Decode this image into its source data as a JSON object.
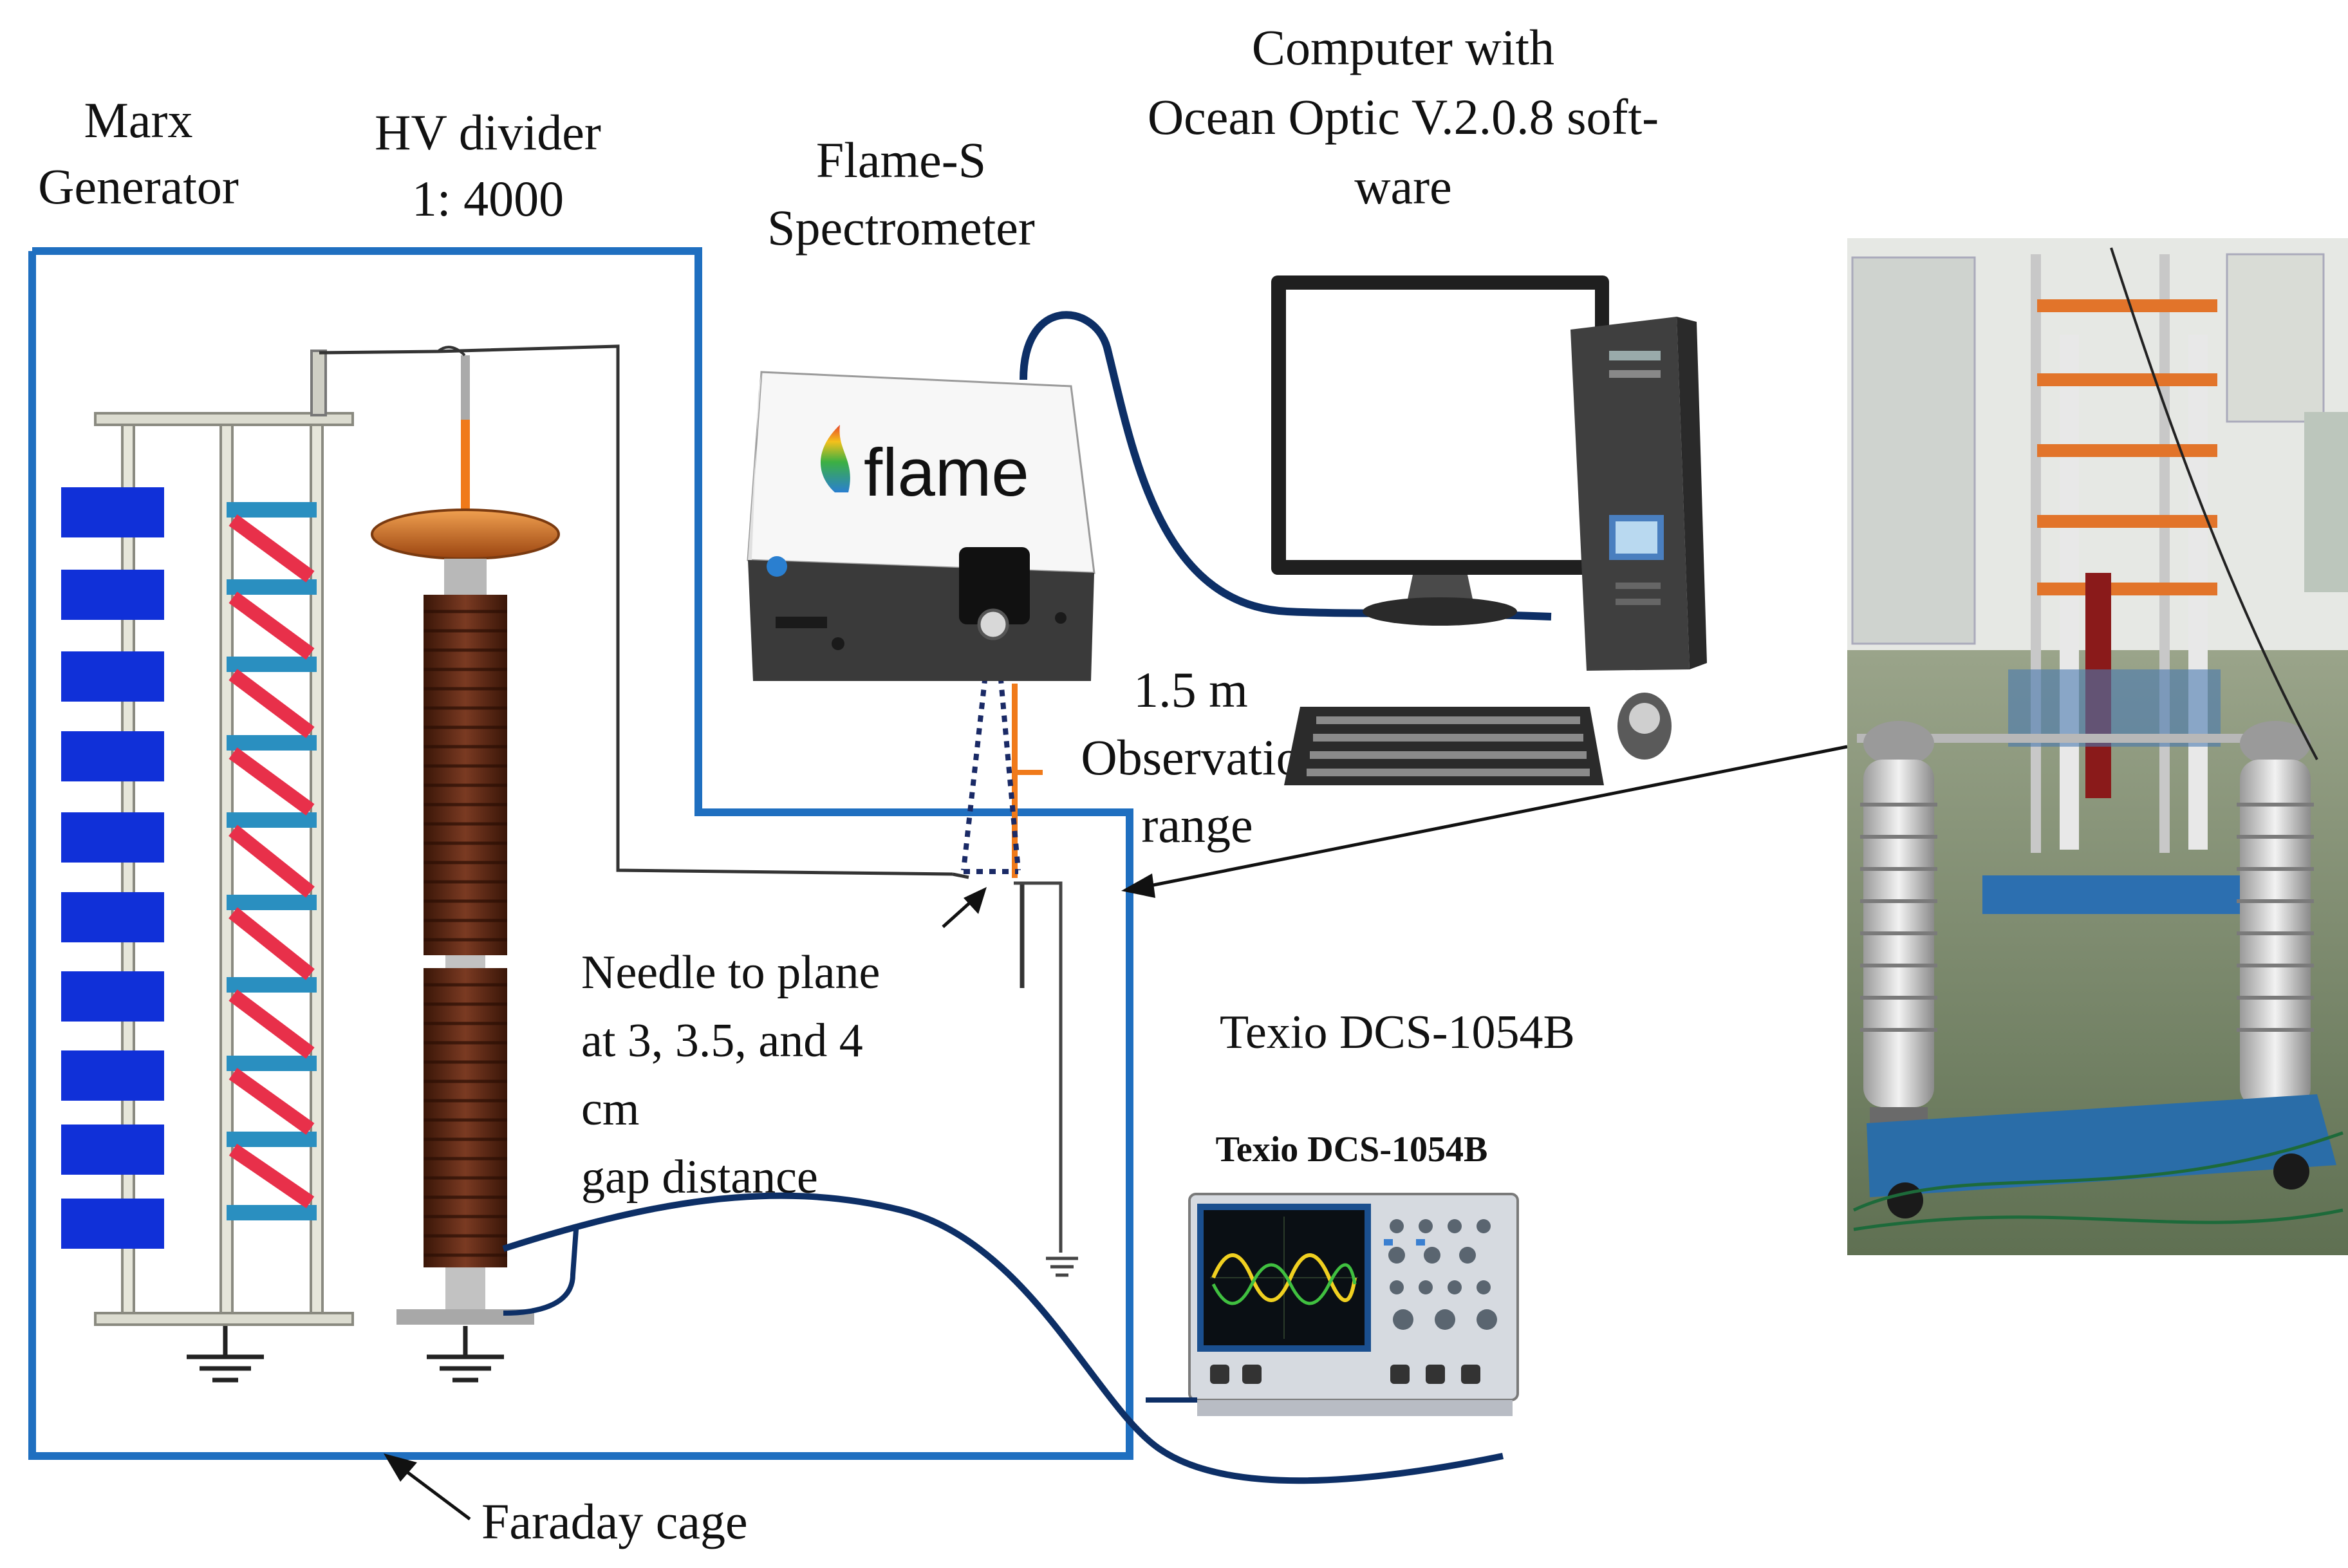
{
  "labels": {
    "marx_line1": "Marx",
    "marx_line2": "Generator",
    "hv_line1": "HV divider",
    "hv_line2": "1: 4000",
    "flame_line1": "Flame-S",
    "flame_line2": "Spectrometer",
    "computer_line1": "Computer with",
    "computer_line2": "Ocean Optic V.2.0.8 soft-",
    "computer_line3": "ware",
    "distance": "1.5 m",
    "observation_line1": "Observation",
    "observation_line2": "range",
    "needle_line1": "Needle to plane",
    "needle_line2": "at  3,  3.5,  and  4",
    "needle_line3": "cm",
    "needle_line4": "gap distance",
    "scope_label": "Texio DCS-1054B",
    "scope_caption": "Texio DCS-1054B",
    "faraday": "Faraday cage",
    "flame_logo": "flame"
  },
  "colors": {
    "cage": "#1f6fc0",
    "cable": "#0d2f66",
    "capacitor": "#1030d8",
    "resistor_red": "#e8304a",
    "resistor_blue": "#2a8fc0",
    "divider_brown": "#5a2a18",
    "divider_ring": "#c8641e",
    "orange_wire": "#f07a1a"
  },
  "icons": {
    "ground": "ground-icon",
    "flame": "flame-icon",
    "computer": "computer-icon",
    "oscilloscope": "oscilloscope-icon",
    "photo": "test-setup-photo"
  }
}
